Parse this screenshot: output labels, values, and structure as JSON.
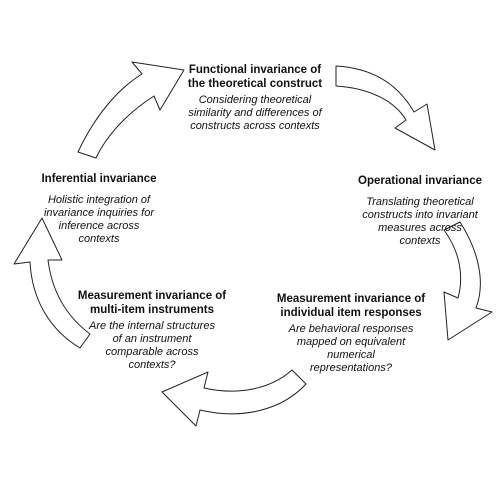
{
  "nodes": {
    "functional": {
      "title": [
        "Functional invariance of",
        "the theoretical construct"
      ],
      "desc": [
        "Considering theoretical",
        "similarity and differences of",
        "constructs across contexts"
      ]
    },
    "operational": {
      "title": [
        "Operational invariance"
      ],
      "desc": [
        "Translating theoretical",
        "constructs into invariant",
        "measures across",
        "contexts"
      ]
    },
    "item": {
      "title": [
        "Measurement invariance of",
        "individual item responses"
      ],
      "desc": [
        "Are behavioral responses",
        "mapped on equivalent",
        "numerical",
        "representations?"
      ]
    },
    "multi": {
      "title": [
        "Measurement invariance of",
        "multi-item instruments"
      ],
      "desc": [
        "Are the internal structures",
        "of an instrument",
        "comparable across",
        "contexts?"
      ]
    },
    "inferential": {
      "title": [
        "Inferential invariance"
      ],
      "desc": [
        "Holistic integration of",
        "invariance inquiries for",
        "inference across",
        "contexts"
      ]
    }
  },
  "arrow_style": {
    "fill": "#ffffff",
    "stroke": "#222222"
  }
}
